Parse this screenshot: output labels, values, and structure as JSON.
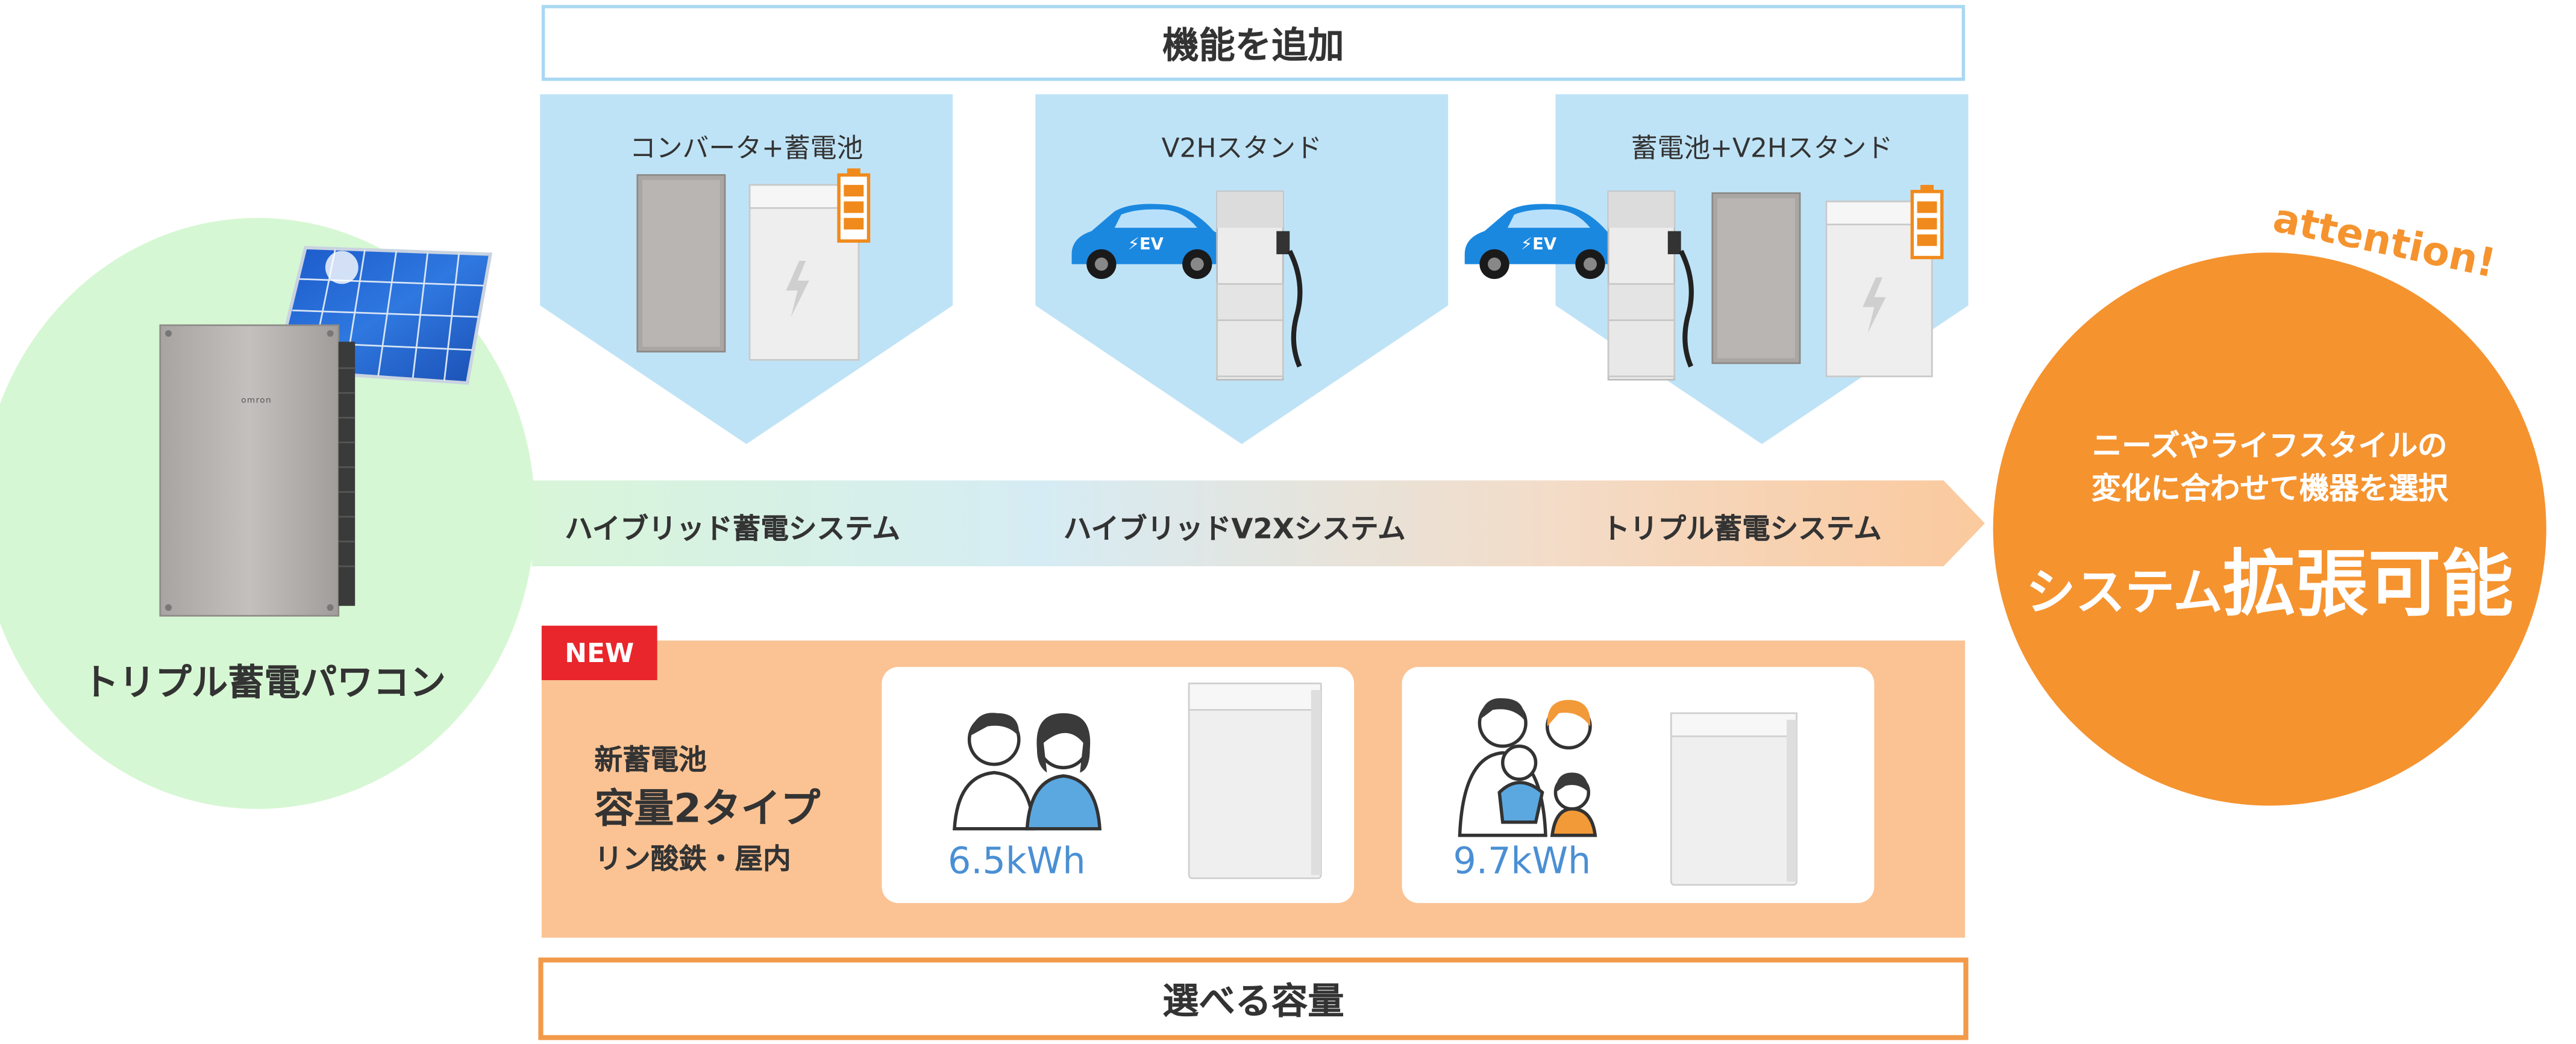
{
  "header": {
    "title": "機能を追加"
  },
  "footer": {
    "title": "選べる容量"
  },
  "panels": [
    {
      "label": "コンバータ+蓄電池"
    },
    {
      "label": "V2Hスタンド"
    },
    {
      "label": "蓄電池+V2Hスタンド"
    }
  ],
  "systems": [
    {
      "label": "ハイブリッド蓄電システム"
    },
    {
      "label": "ハイブリッドV2Xシステム"
    },
    {
      "label": "トリプル蓄電システム"
    }
  ],
  "left": {
    "product_label": "トリプル蓄電パワコン",
    "brand": "omron"
  },
  "ev": {
    "badge": "EV"
  },
  "right": {
    "attention": "attention!",
    "line1": "ニーズやライフスタイルの",
    "line2": "変化に合わせて機器を選択",
    "headline_small": "システム",
    "headline_big": "拡張可能"
  },
  "new_section": {
    "badge": "NEW",
    "line1": "新蓄電池",
    "line2": "容量2タイプ",
    "line3": "リン酸鉄・屋内"
  },
  "capacities": [
    {
      "value": "6.5kWh"
    },
    {
      "value": "9.7kWh"
    }
  ],
  "colors": {
    "panel_blue": "#bfe3f6",
    "border_blue": "#a9d8f2",
    "orange": "#f5932f",
    "band_orange": "#fbc393",
    "green": "#d6f7d3",
    "new_red": "#e8262b",
    "kwh_blue": "#4a8fd4"
  }
}
